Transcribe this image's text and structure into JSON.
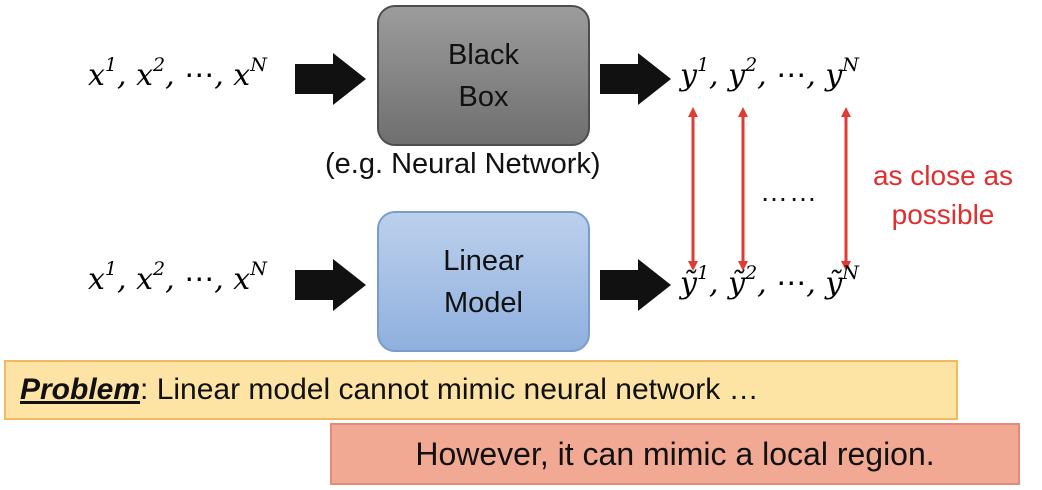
{
  "inputs": {
    "top": {
      "x1": "x",
      "s1": "1",
      "x2": "x",
      "s2": "2",
      "dots": "⋯",
      "xn": "x",
      "sn": "N"
    },
    "bottom": {
      "x1": "x",
      "s1": "1",
      "x2": "x",
      "s2": "2",
      "dots": "⋯",
      "xn": "x",
      "sn": "N"
    }
  },
  "black_box": {
    "line1": "Black",
    "line2": "Box",
    "caption": "(e.g. Neural Network)"
  },
  "linear_model": {
    "line1": "Linear",
    "line2": "Model"
  },
  "outputs": {
    "top": {
      "y1": "y",
      "s1": "1",
      "y2": "y",
      "s2": "2",
      "dots": "⋯",
      "yn": "y",
      "sn": "N"
    },
    "bottom": {
      "y1": "ỹ",
      "s1": "1",
      "y2": "ỹ",
      "s2": "2",
      "dots": "⋯",
      "yn": "ỹ",
      "sn": "N"
    }
  },
  "between_dots": "……",
  "close_label": {
    "line1": "as close as",
    "line2": "possible"
  },
  "problem": {
    "word": "Problem",
    "rest": ": Linear model cannot mimic neural network …"
  },
  "however": "However, it can mimic a local region.",
  "colors": {
    "arrow_red": "#e03a35",
    "black_box": "#8a8a8a",
    "linear_box": "#a7c1e6",
    "problem_bg": "#fde3a4",
    "however_bg": "#f1a993"
  }
}
